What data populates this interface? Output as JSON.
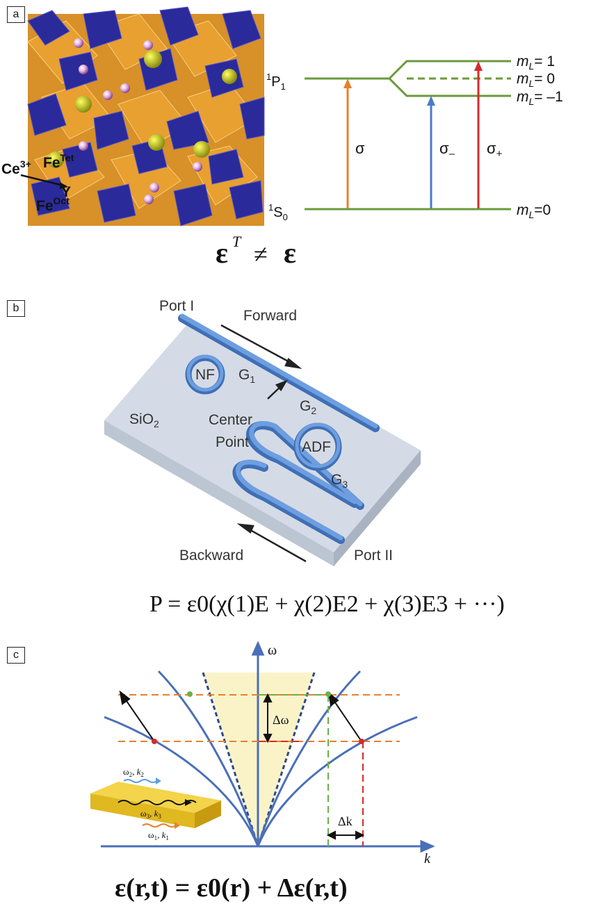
{
  "panels": {
    "a": "a",
    "b": "b",
    "c": "c"
  },
  "panel_a": {
    "crystal_labels": {
      "ce": "Ce",
      "ce_sup": "3+",
      "fe_tet": "Fe",
      "fe_tet_sup": "Tet",
      "y": "Y",
      "fe_oct": "Fe",
      "fe_oct_sup": "Oct"
    },
    "levels": {
      "p_sup": "1",
      "p_main": "P",
      "p_sub": "1",
      "s_sup": "1",
      "s_main": "S",
      "s_sub": "0",
      "ml_prefix": "m",
      "ml_sub": "L",
      "ml_values": [
        "=   1",
        "=   0",
        "= –1"
      ],
      "ml_ground": "=0"
    },
    "transitions": {
      "sigma": "σ",
      "sigma_minus": "σ",
      "sigma_minus_sub": "–",
      "sigma_plus": "σ",
      "sigma_plus_sub": "+"
    },
    "equation": {
      "lhs": "ε",
      "sup": "T",
      "op": "≠",
      "rhs": "ε"
    },
    "colors": {
      "level": "#6a9a3a",
      "orange": "#e8802a",
      "blue": "#4a7ac8",
      "red": "#d62a2a",
      "octahedra": "#2a2a9a",
      "tetra": "#e8a030"
    }
  },
  "panel_b": {
    "labels": {
      "port1": "Port I",
      "forward": "Forward",
      "nf": "NF",
      "g1": "G",
      "g1_sub": "1",
      "g2": "G",
      "g2_sub": "2",
      "g3": "G",
      "g3_sub": "3",
      "sio2": "SiO",
      "sio2_sub": "2",
      "center": "Center",
      "point": "Point",
      "adf": "ADF",
      "backward": "Backward",
      "port2": "Port II"
    },
    "equation": "P = ε0(χ(1)E + χ(2)E2 + χ(3)E3 + ···)",
    "colors": {
      "waveguide": "#5b8ed0",
      "chip_top": "#d4dbe6",
      "chip_side": "#bcc5d2"
    }
  },
  "panel_c": {
    "axes": {
      "omega": "ω",
      "k": "k"
    },
    "labels": {
      "delta_omega": "Δω",
      "delta_k": "Δk",
      "w2": "ω",
      "w2_sub": "2",
      "k2": "k",
      "k2_sub": "2",
      "w3": "ω",
      "w3_sub": "3",
      "k3": "k",
      "k3_sub": "3",
      "w1": "ω",
      "w1_sub": "1",
      "k1": "k",
      "k1_sub": "1"
    },
    "equation": "ε(r,t) = ε0(r) + Δε(r,t)",
    "colors": {
      "curve": "#4a6fb8",
      "light_cone": "#fbf3c8",
      "dash_orange": "#e8802a",
      "dash_green": "#6ab04c",
      "dash_red": "#d62a2a",
      "bar": "#e8c020"
    }
  }
}
